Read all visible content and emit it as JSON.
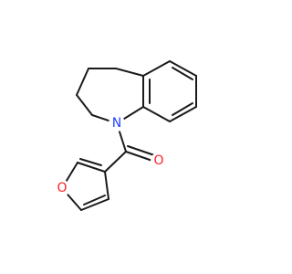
{
  "molecule": {
    "atoms": [
      {
        "element": "N",
        "label": "N",
        "color": "#2040ff"
      },
      {
        "element": "O",
        "label": "O",
        "color": "#ff2020"
      },
      {
        "element": "O",
        "label": "O",
        "color": "#ff2020"
      }
    ]
  }
}
